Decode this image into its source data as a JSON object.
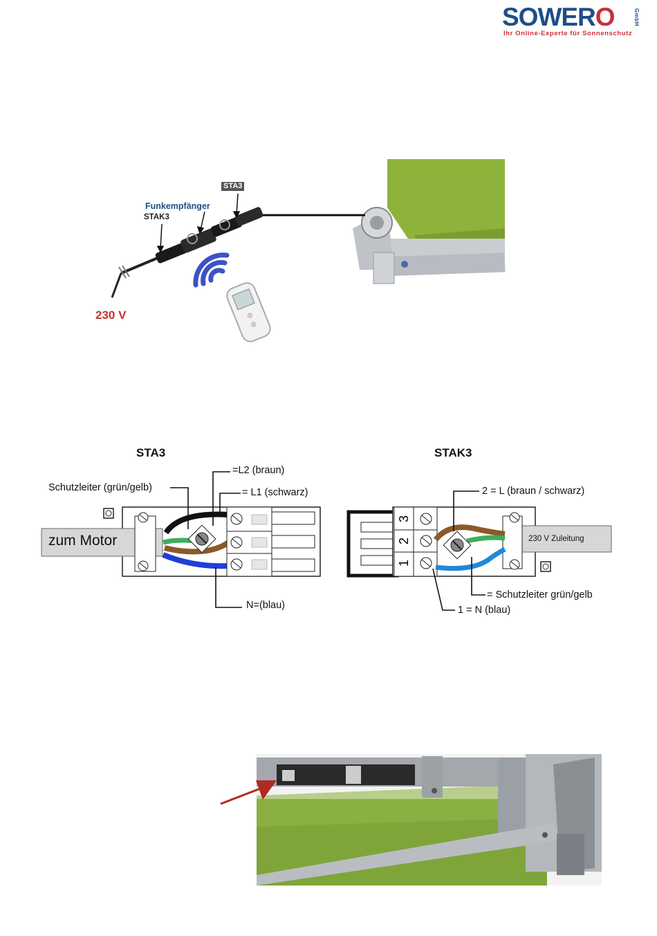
{
  "logo": {
    "brand": "SOWERO",
    "suffix": "GmbH",
    "tagline": "Ihr Online-Experte für Sonnenschutz"
  },
  "overview": {
    "receiver_label": "Funkempfänger",
    "stak3_label": "STAK3",
    "sta3_label": "STA3",
    "voltage_label": "230 V"
  },
  "sta3_diagram": {
    "title": "STA3",
    "protective_label": "Schutzleiter (grün/gelb)",
    "l2_label": "=L2 (braun)",
    "l1_label": "= L1 (schwarz)",
    "motor_label": "zum Motor",
    "n_label": "N=(blau)"
  },
  "stak3_diagram": {
    "title": "STAK3",
    "l_label": "2 = L (braun / schwarz)",
    "supply_label": "230 V Zuleitung",
    "protective_label": "= Schutzleiter grün/gelb",
    "n_label": "1 = N (blau)",
    "terminal_numbers": [
      "3",
      "2",
      "1"
    ]
  },
  "colors": {
    "brand_blue": "#1f4e87",
    "brand_red": "#c8303a",
    "awning_green": "#8db33a",
    "wire_brown": "#8b5a2b",
    "wire_blue": "#1f3fd6",
    "wire_green": "#3fae5a",
    "wire_black": "#111111",
    "voltage_red": "#c0342c"
  }
}
